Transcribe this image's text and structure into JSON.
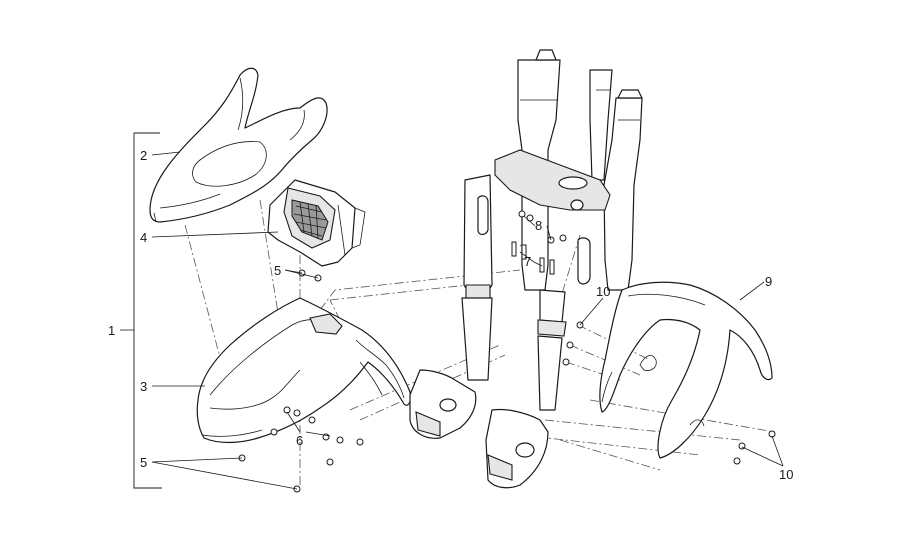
{
  "callouts": {
    "c1": "1",
    "c2": "2",
    "c3": "3",
    "c4": "4",
    "c5a": "5",
    "c5b": "5",
    "c6": "6",
    "c7": "7",
    "c8": "8",
    "c9": "9",
    "c10a": "10",
    "c10b": "10"
  }
}
